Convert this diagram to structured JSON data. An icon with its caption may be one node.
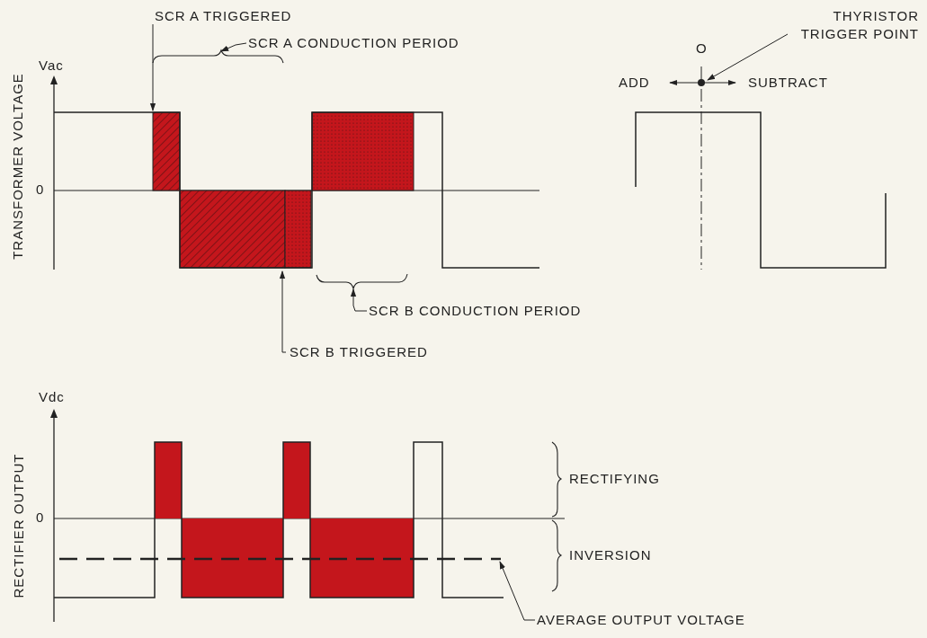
{
  "diagram": {
    "nodes": [
      {
        "text": [
          "SCR A TRIGGERED"
        ]
      },
      {
        "text": [
          "SCR A CONDUCTION PERIOD"
        ]
      },
      {
        "text": [
          "THYRISTOR TRIGGER POINT"
        ]
      },
      {
        "text": [
          "SCR B CONDUCTION PERIOD"
        ]
      },
      {
        "text": [
          "SCR B TRIGGERED"
        ]
      },
      {
        "text": [
          "AVERAGE OUTPUT VOLTAGE"
        ]
      },
      {
        "text": [],
        "shape": "bracket"
      },
      {
        "text": [],
        "shape": "bracket"
      }
    ],
    "edges": [
      {
        "from": 0,
        "to": null,
        "arrow": "to"
      },
      {
        "from": 1,
        "to": 6,
        "arrow": "to"
      },
      {
        "from": 2,
        "to": null,
        "arrow": "to"
      },
      {
        "from": 3,
        "to": 7,
        "arrow": "to"
      },
      {
        "from": 4,
        "to": null,
        "arrow": "to"
      },
      {
        "from": 5,
        "to": null,
        "arrow": "to"
      }
    ],
    "labels": [
      "TRANSFORMER VOLTAGE",
      "Vac",
      "0",
      "O",
      "ADD",
      "SUBTRACT",
      "RECTIFIER OUTPUT",
      "Vdc",
      "0",
      "RECTIFYING",
      "INVERSION"
    ]
  }
}
